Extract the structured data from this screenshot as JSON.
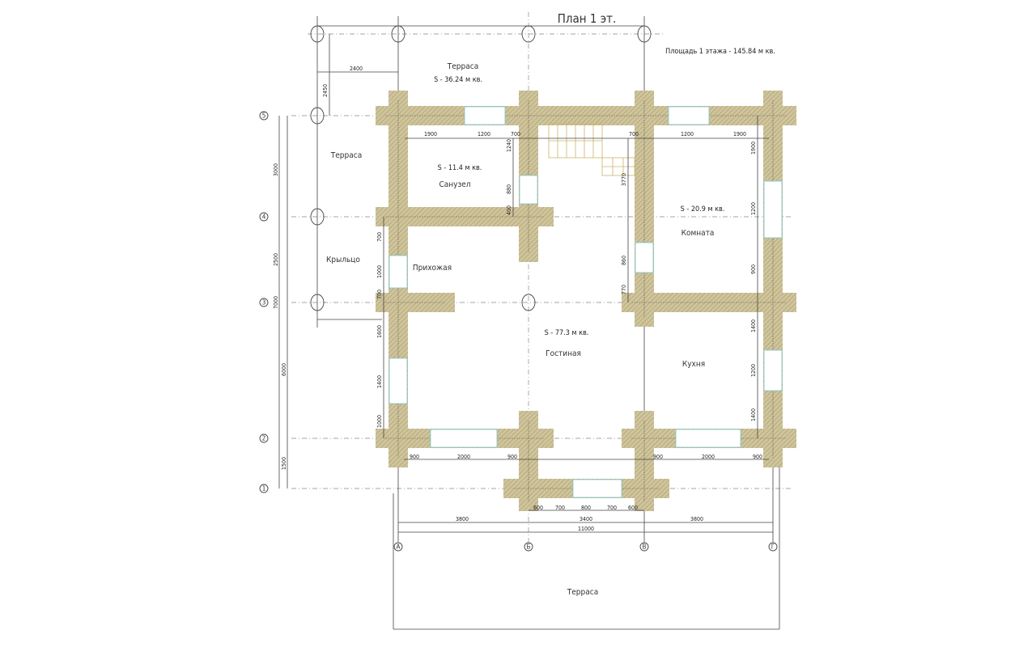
{
  "title": "План 1 эт.",
  "total_area": "Площадь 1 этажа - 145.84 м кв.",
  "rooms": {
    "terrace_top": {
      "name": "Терраса",
      "area": "S - 36.24 м кв."
    },
    "terrace_left": {
      "name": "Терраса"
    },
    "bathroom": {
      "name": "Санузел",
      "area": "S - 11.4 м кв."
    },
    "bedroom": {
      "name": "Комната",
      "area": "S - 20.9 м кв."
    },
    "porch": {
      "name": "Крыльцо"
    },
    "hall": {
      "name": "Прихожая"
    },
    "living": {
      "name": "Гостиная",
      "area": "S - 77.3 м кв."
    },
    "kitchen": {
      "name": "Кухня"
    },
    "terrace_bottom": {
      "name": "Терраса"
    }
  },
  "axes": {
    "columns": [
      "А",
      "Б",
      "В",
      "Г"
    ],
    "rows": [
      "5",
      "4",
      "3",
      "2",
      "1"
    ]
  },
  "dims": {
    "top": [
      "2400",
      "2450",
      "1900",
      "1200",
      "700",
      "1240",
      "700",
      "1200",
      "1900",
      "1900",
      "880",
      "400",
      "3770"
    ],
    "left_outer": [
      "3000",
      "2500",
      "7000",
      "6000",
      "1500"
    ],
    "left_inner": [
      "700",
      "1000",
      "700",
      "1600",
      "1400",
      "1000"
    ],
    "middle": [
      "860",
      "770"
    ],
    "right": [
      "1200",
      "900",
      "1400",
      "1200",
      "1400"
    ],
    "bottom_windows": [
      "900",
      "2000",
      "900",
      "900",
      "2000",
      "900"
    ],
    "bay": [
      "600",
      "700",
      "800",
      "700",
      "600"
    ],
    "bottom_spans": [
      "3800",
      "3400",
      "3800"
    ],
    "bottom_total": "11000"
  }
}
